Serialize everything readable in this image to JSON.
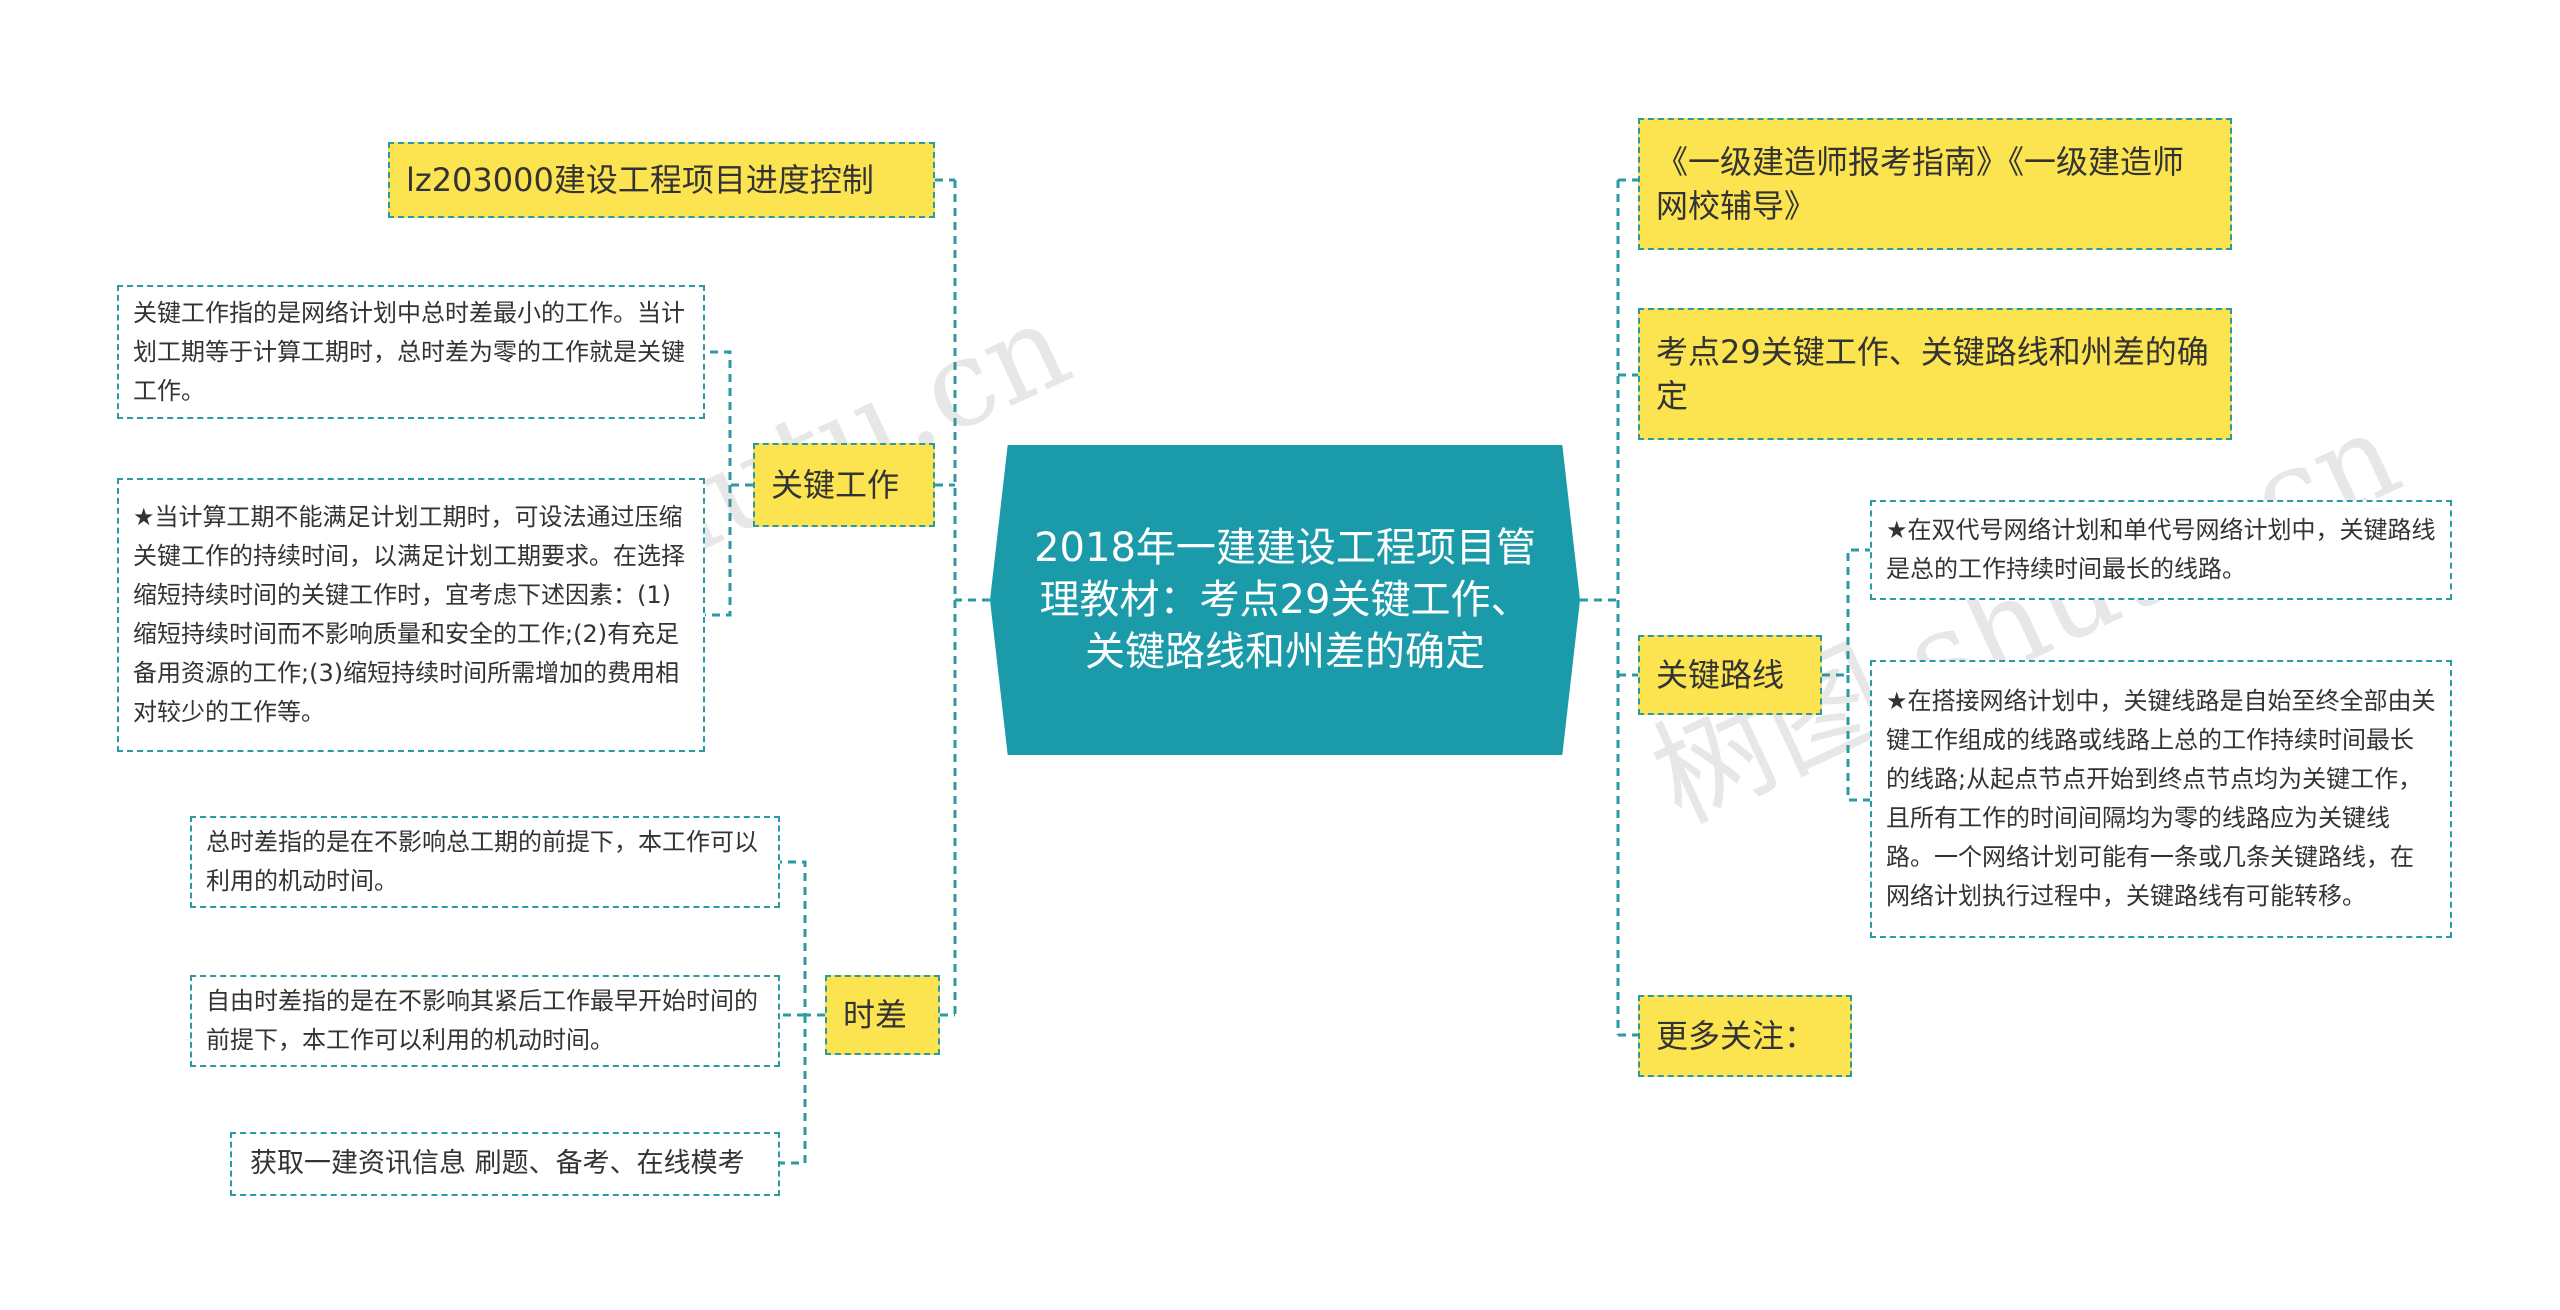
{
  "root": {
    "title": "2018年一建建设工程项目管理教材：考点29关键工作、关键路线和州差的确定"
  },
  "left": {
    "lz": {
      "label": "lz203000建设工程项目进度控制"
    },
    "key_work": {
      "label": "关键工作",
      "items": [
        "关键工作指的是网络计划中总时差最小的工作。当计划工期等于计算工期时，总时差为零的工作就是关键工作。",
        "★当计算工期不能满足计划工期时，可设法通过压缩关键工作的持续时间，以满足计划工期要求。在选择缩短持续时间的关键工作时，宜考虑下述因素：(1)缩短持续时间而不影响质量和安全的工作;(2)有充足备用资源的工作;(3)缩短持续时间所需增加的费用相对较少的工作等。"
      ]
    },
    "float": {
      "label": "时差",
      "items": [
        "总时差指的是在不影响总工期的前提下，本工作可以利用的机动时间。",
        "自由时差指的是在不影响其紧后工作最早开始时间的前提下，本工作可以利用的机动时间。",
        "获取一建资讯信息 刷题、备考、在线模考"
      ]
    }
  },
  "right": {
    "guide": {
      "label": "《一级建造师报考指南》《一级建造师网校辅导》"
    },
    "topic": {
      "label": "考点29关键工作、关键路线和州差的确定"
    },
    "key_path": {
      "label": "关键路线",
      "items": [
        "★在双代号网络计划和单代号网络计划中，关键路线是总的工作持续时间最长的线路。",
        "★在搭接网络计划中，关键线路是自始至终全部由关键工作组成的线路或线路上总的工作持续时间最长的线路;从起点节点开始到终点节点均为关键工作，且所有工作的时间间隔均为零的线路应为关键线路。一个网络计划可能有一条或几条关键路线，在网络计划执行过程中，关键路线有可能转移。"
      ]
    },
    "more": {
      "label": "更多关注："
    }
  },
  "watermarks": [
    "shutu.cn",
    "树图 shutu.cn"
  ],
  "colors": {
    "root": "#1b9aaa",
    "branch": "#fce451",
    "line": "#2a9aa3",
    "text": "#333333"
  }
}
